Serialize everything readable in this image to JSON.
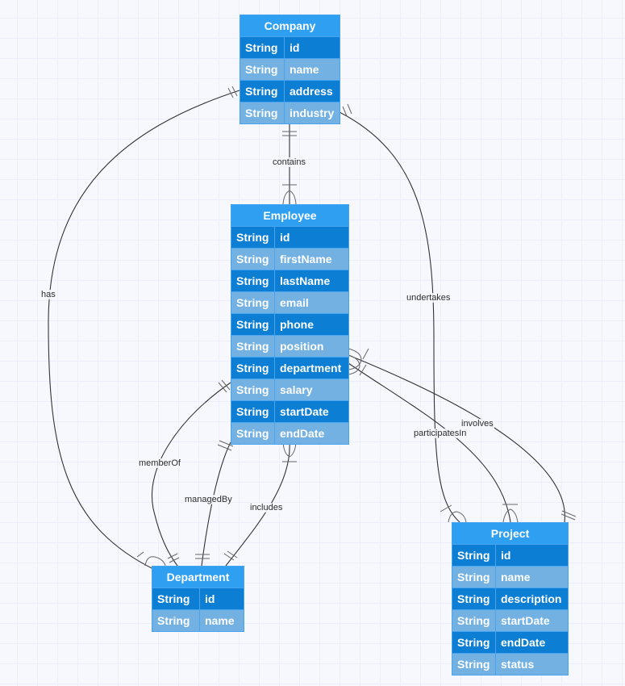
{
  "diagram": {
    "type": "entity-relationship",
    "entities": {
      "company": {
        "name": "Company",
        "fields": [
          {
            "type": "String",
            "name": "id"
          },
          {
            "type": "String",
            "name": "name"
          },
          {
            "type": "String",
            "name": "address"
          },
          {
            "type": "String",
            "name": "industry"
          }
        ]
      },
      "employee": {
        "name": "Employee",
        "fields": [
          {
            "type": "String",
            "name": "id"
          },
          {
            "type": "String",
            "name": "firstName"
          },
          {
            "type": "String",
            "name": "lastName"
          },
          {
            "type": "String",
            "name": "email"
          },
          {
            "type": "String",
            "name": "phone"
          },
          {
            "type": "String",
            "name": "position"
          },
          {
            "type": "String",
            "name": "department"
          },
          {
            "type": "String",
            "name": "salary"
          },
          {
            "type": "String",
            "name": "startDate"
          },
          {
            "type": "String",
            "name": "endDate"
          }
        ]
      },
      "department": {
        "name": "Department",
        "fields": [
          {
            "type": "String",
            "name": "id"
          },
          {
            "type": "String",
            "name": "name"
          }
        ]
      },
      "project": {
        "name": "Project",
        "fields": [
          {
            "type": "String",
            "name": "id"
          },
          {
            "type": "String",
            "name": "name"
          },
          {
            "type": "String",
            "name": "description"
          },
          {
            "type": "String",
            "name": "startDate"
          },
          {
            "type": "String",
            "name": "endDate"
          },
          {
            "type": "String",
            "name": "status"
          }
        ]
      }
    },
    "relationships": {
      "contains": {
        "label": "contains",
        "from": "Company",
        "to": "Employee",
        "from_card": "exactly-one",
        "to_card": "one-or-many"
      },
      "has": {
        "label": "has",
        "from": "Company",
        "to": "Department",
        "from_card": "exactly-one",
        "to_card": "one-or-many"
      },
      "undertakes": {
        "label": "undertakes",
        "from": "Company",
        "to": "Project",
        "from_card": "exactly-one",
        "to_card": "one-or-many"
      },
      "memberOf": {
        "label": "memberOf",
        "from": "Employee",
        "to": "Department",
        "from_card": "exactly-one",
        "to_card": "exactly-one"
      },
      "managedBy": {
        "label": "managedBy",
        "from": "Employee",
        "to": "Department",
        "from_card": "exactly-one",
        "to_card": "exactly-one"
      },
      "includes": {
        "label": "includes",
        "from": "Employee",
        "to": "Department",
        "from_card": "one-or-many",
        "to_card": "exactly-one"
      },
      "participatesIn": {
        "label": "participatesIn",
        "from": "Employee",
        "to": "Project",
        "from_card": "one-or-many",
        "to_card": "one-or-many"
      },
      "involves": {
        "label": "involves",
        "from": "Employee",
        "to": "Project",
        "from_card": "one-or-many",
        "to_card": "exactly-one"
      }
    },
    "colors": {
      "header": "#2e9ff1",
      "row_dark": "#0c7ed3",
      "row_light": "#73b1e2",
      "border": "#4aa3ee",
      "edge": "#333333",
      "background": "#f7f8fd",
      "grid": "#eceefb"
    }
  }
}
